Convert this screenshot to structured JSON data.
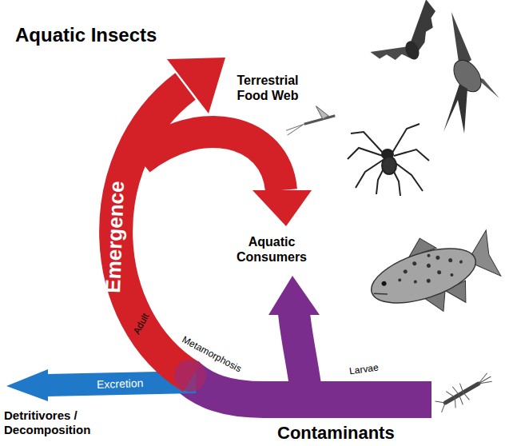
{
  "diagram": {
    "labels": [
      "Aquatic Insects",
      "Terrestrial Food Web",
      "Emergence",
      "Aquatic Consumers",
      "Adult",
      "Metamorphosis",
      "Excretion",
      "Larvae",
      "Detritivores / Decomposition",
      "Contaminants"
    ]
  }
}
